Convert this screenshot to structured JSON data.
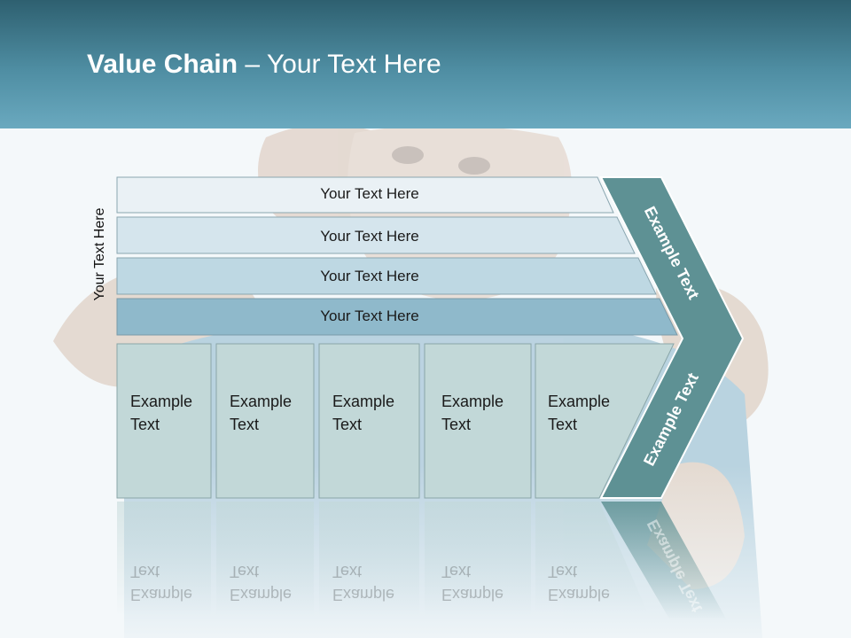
{
  "slide": {
    "title_bold": "Value Chain",
    "title_rest": " – Your Text Here"
  },
  "diagram": {
    "side_label": "Your Text Here",
    "bars": [
      {
        "label": "Your Text Here",
        "color": "#eaf1f5"
      },
      {
        "label": "Your Text Here",
        "color": "#d5e5ed"
      },
      {
        "label": "Your Text Here",
        "color": "#bed8e3"
      },
      {
        "label": "Your Text Here",
        "color": "#8fb9cb"
      }
    ],
    "boxes": [
      {
        "line1": "Example",
        "line2": "Text"
      },
      {
        "line1": "Example",
        "line2": "Text"
      },
      {
        "line1": "Example",
        "line2": "Text"
      },
      {
        "line1": "Example",
        "line2": "Text"
      },
      {
        "line1": "Example",
        "line2": "Text"
      }
    ],
    "chevron_top": "Example Text",
    "chevron_bottom": "Example Text",
    "colors": {
      "chevron": "#5e9194",
      "box": "#c2d8d8",
      "box_border": "#8aa6a8"
    }
  }
}
